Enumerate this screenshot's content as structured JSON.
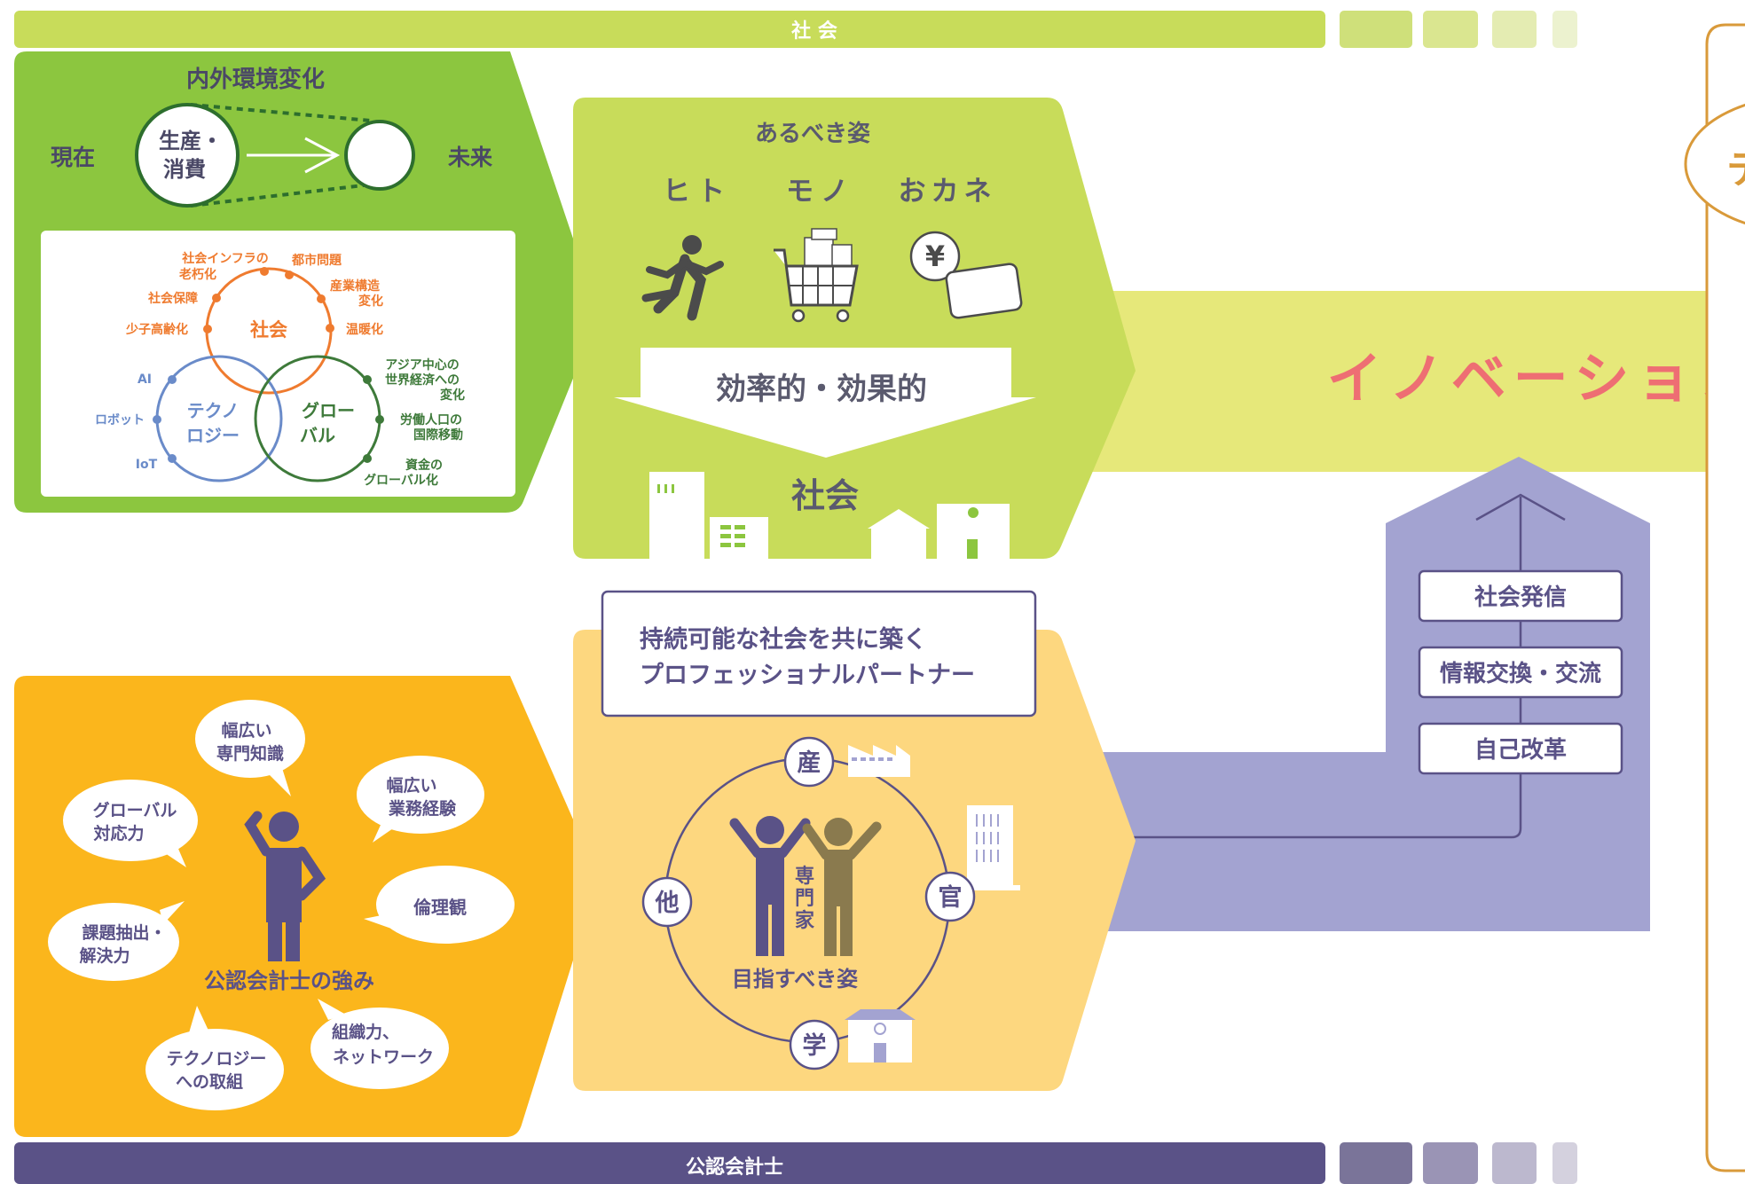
{
  "top_bar": {
    "label": "社 会"
  },
  "bottom_bar": {
    "label": "公認会計士"
  },
  "environment": {
    "title": "内外環境変化",
    "present": "現在",
    "future": "未来",
    "circle_line1": "生産・",
    "circle_line2": "消費"
  },
  "venn": {
    "society": "社会",
    "techno_line1": "テクノ",
    "techno_line2": "ロジー",
    "global_line1": "グロー",
    "global_line2": "バル",
    "society_items": [
      "社会インフラの",
      "老朽化",
      "都市問題",
      "産業構造",
      "変化",
      "社会保障",
      "少子高齢化",
      "温暖化"
    ],
    "techno_items": [
      "AI",
      "ロボット",
      "IoT"
    ],
    "global_items": [
      "アジア中心の",
      "世界経済への",
      "変化",
      "労働人口の",
      "国際移動",
      "資金の",
      "グローバル化"
    ]
  },
  "ideal": {
    "title": "あるべき姿",
    "hito": "ヒト",
    "mono": "モノ",
    "okane": "おカネ",
    "yen": "¥",
    "arrow_label": "効率的・効果的",
    "society": "社会"
  },
  "innovation": "イノベーション",
  "strengths": {
    "title": "公認会計士の強み",
    "bubbles": [
      [
        "幅広い",
        "専門知識"
      ],
      [
        "幅広い",
        "業務経験"
      ],
      [
        "グローバル",
        "対応力"
      ],
      [
        "倫理観"
      ],
      [
        "課題抽出・",
        "解決力"
      ],
      [
        "組織力、",
        "ネットワーク"
      ],
      [
        "テクノロジー",
        "への取組"
      ]
    ]
  },
  "partner": {
    "box_line1": "持続可能な社会を共に築く",
    "box_line2": "プロフェッショナルパートナー",
    "nodes": [
      "産",
      "官",
      "学",
      "他"
    ],
    "expert": [
      "専",
      "門",
      "家"
    ],
    "goal": "目指すべき姿"
  },
  "actions": [
    "社会発信",
    "情報交換・交流",
    "自己改革"
  ],
  "right_panel": {
    "partial_char": "テ"
  },
  "colors": {
    "green_dark": "#8cc63f",
    "green_light": "#c8dc5a",
    "innovation_band": "#e6e87a",
    "innovation_text": "#ee6e73",
    "orange": "#fbb61c",
    "orange_light": "#fdd77f",
    "purple": "#5a5287",
    "lavender": "#a3a3d1",
    "society_ring": "#ef7b2f",
    "techno_ring": "#6a8bc9",
    "global_ring": "#3e7a3a",
    "right_border": "#d99a3a"
  }
}
